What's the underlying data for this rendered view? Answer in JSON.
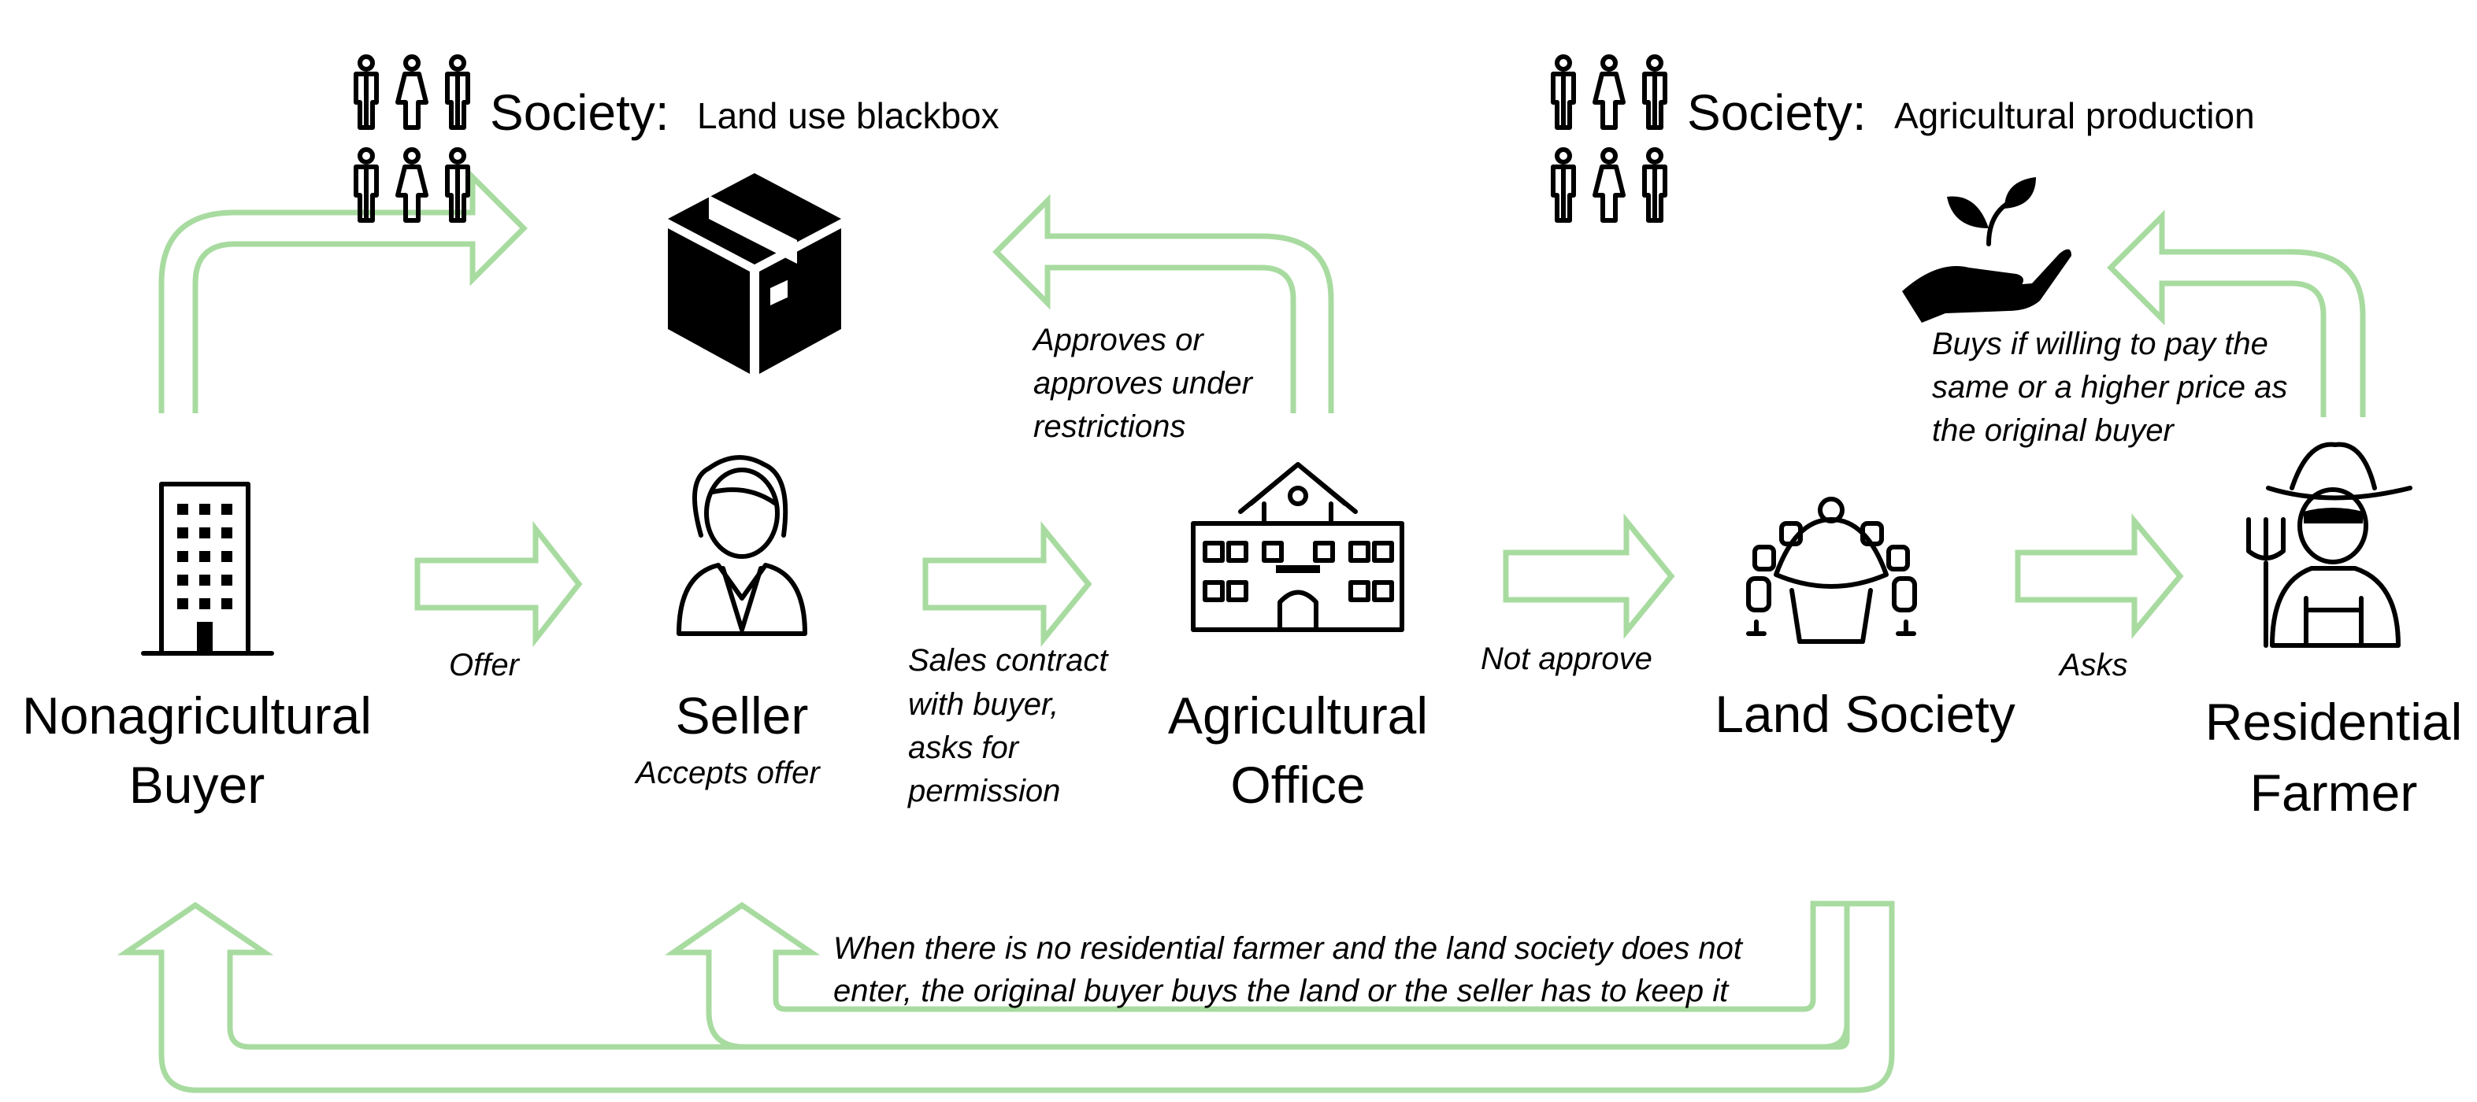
{
  "colors": {
    "arrow": "#a8dba0",
    "icon": "#000000",
    "text": "#000000",
    "background": "#ffffff"
  },
  "icons": [
    "people-icon",
    "people-icon",
    "box-icon",
    "plant-in-hand-icon",
    "building-icon",
    "seller-icon",
    "office-icon",
    "meeting-table-icon",
    "farmer-icon"
  ],
  "society_left": {
    "title": "Society:",
    "subtitle": "Land use blackbox"
  },
  "society_right": {
    "title": "Society:",
    "subtitle": "Agricultural production"
  },
  "nodes": {
    "buyer": {
      "line1": "Nonagricultural",
      "line2": "Buyer"
    },
    "seller": {
      "label": "Seller",
      "sub": "Accepts offer"
    },
    "office": {
      "line1": "Agricultural",
      "line2": "Office"
    },
    "land_society": {
      "label": "Land Society"
    },
    "farmer": {
      "line1": "Residential",
      "line2": "Farmer"
    }
  },
  "edges": {
    "offer": "Offer",
    "sales_contract": [
      "Sales contract",
      "with buyer,",
      "asks for",
      "permission"
    ],
    "approves": [
      "Approves or",
      "approves under",
      "restrictions"
    ],
    "not_approve": "Not approve",
    "asks": "Asks",
    "buys": [
      "Buys if willing to pay the",
      "same or a higher price as",
      "the original buyer"
    ],
    "fallback": [
      "When there is no residential farmer and the land society does not",
      "enter, the original buyer buys the land or the seller has to keep it"
    ]
  }
}
